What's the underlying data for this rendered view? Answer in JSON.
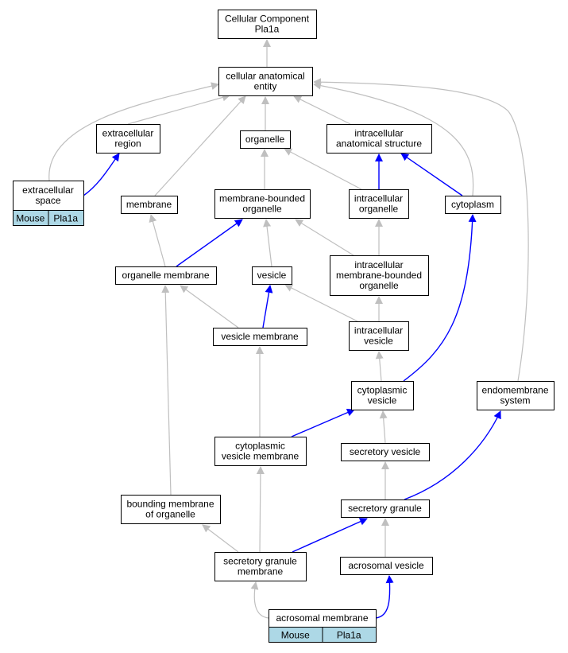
{
  "title": "Cellular Component Pla1a",
  "colors": {
    "is_a_edge": "#bfbfbf",
    "part_of_edge": "#0000ff",
    "annotation_fill": "#add8e6",
    "node_border": "#000000",
    "node_fill": "#ffffff"
  },
  "nodes": {
    "root": {
      "lines": [
        "Cellular Component",
        "Pla1a"
      ]
    },
    "cae": {
      "lines": [
        "cellular anatomical",
        "entity"
      ]
    },
    "extracellular_region": {
      "lines": [
        "extracellular",
        "region"
      ]
    },
    "organelle": {
      "lines": [
        "organelle"
      ]
    },
    "intracellular_anatomical_structure": {
      "lines": [
        "intracellular",
        "anatomical structure"
      ]
    },
    "extracellular_space": {
      "lines": [
        "extracellular",
        "space"
      ],
      "annotation": [
        "Mouse",
        "Pla1a"
      ]
    },
    "membrane": {
      "lines": [
        "membrane"
      ]
    },
    "membrane_bounded_organelle": {
      "lines": [
        "membrane-bounded",
        "organelle"
      ]
    },
    "intracellular_organelle": {
      "lines": [
        "intracellular",
        "organelle"
      ]
    },
    "cytoplasm": {
      "lines": [
        "cytoplasm"
      ]
    },
    "organelle_membrane": {
      "lines": [
        "organelle membrane"
      ]
    },
    "vesicle": {
      "lines": [
        "vesicle"
      ]
    },
    "intracellular_mbo": {
      "lines": [
        "intracellular",
        "membrane-bounded",
        "organelle"
      ]
    },
    "vesicle_membrane": {
      "lines": [
        "vesicle membrane"
      ]
    },
    "intracellular_vesicle": {
      "lines": [
        "intracellular",
        "vesicle"
      ]
    },
    "cytoplasmic_vesicle": {
      "lines": [
        "cytoplasmic",
        "vesicle"
      ]
    },
    "endomembrane_system": {
      "lines": [
        "endomembrane",
        "system"
      ]
    },
    "cytoplasmic_vesicle_membrane": {
      "lines": [
        "cytoplasmic",
        "vesicle membrane"
      ]
    },
    "secretory_vesicle": {
      "lines": [
        "secretory vesicle"
      ]
    },
    "bounding_membrane": {
      "lines": [
        "bounding membrane",
        "of organelle"
      ]
    },
    "secretory_granule": {
      "lines": [
        "secretory granule"
      ]
    },
    "secretory_granule_membrane": {
      "lines": [
        "secretory granule",
        "membrane"
      ]
    },
    "acrosomal_vesicle": {
      "lines": [
        "acrosomal vesicle"
      ]
    },
    "acrosomal_membrane": {
      "lines": [
        "acrosomal membrane"
      ],
      "annotation": [
        "Mouse",
        "Pla1a"
      ]
    }
  },
  "edges": [
    {
      "from": "cae",
      "to": "root",
      "type": "is_a"
    },
    {
      "from": "extracellular_region",
      "to": "cae",
      "type": "is_a"
    },
    {
      "from": "organelle",
      "to": "cae",
      "type": "is_a"
    },
    {
      "from": "intracellular_anatomical_structure",
      "to": "cae",
      "type": "is_a"
    },
    {
      "from": "extracellular_space",
      "to": "cae",
      "type": "is_a"
    },
    {
      "from": "extracellular_space",
      "to": "extracellular_region",
      "type": "part_of"
    },
    {
      "from": "membrane",
      "to": "cae",
      "type": "is_a"
    },
    {
      "from": "cytoplasm",
      "to": "cae",
      "type": "is_a"
    },
    {
      "from": "endomembrane_system",
      "to": "cae",
      "type": "is_a"
    },
    {
      "from": "membrane_bounded_organelle",
      "to": "organelle",
      "type": "is_a"
    },
    {
      "from": "intracellular_organelle",
      "to": "organelle",
      "type": "is_a"
    },
    {
      "from": "intracellular_organelle",
      "to": "intracellular_anatomical_structure",
      "type": "part_of"
    },
    {
      "from": "cytoplasm",
      "to": "intracellular_anatomical_structure",
      "type": "part_of"
    },
    {
      "from": "organelle_membrane",
      "to": "membrane",
      "type": "is_a"
    },
    {
      "from": "organelle_membrane",
      "to": "membrane_bounded_organelle",
      "type": "part_of"
    },
    {
      "from": "vesicle",
      "to": "membrane_bounded_organelle",
      "type": "is_a"
    },
    {
      "from": "intracellular_mbo",
      "to": "membrane_bounded_organelle",
      "type": "is_a"
    },
    {
      "from": "intracellular_mbo",
      "to": "intracellular_organelle",
      "type": "is_a"
    },
    {
      "from": "vesicle_membrane",
      "to": "organelle_membrane",
      "type": "is_a"
    },
    {
      "from": "vesicle_membrane",
      "to": "vesicle",
      "type": "part_of"
    },
    {
      "from": "intracellular_vesicle",
      "to": "vesicle",
      "type": "is_a"
    },
    {
      "from": "intracellular_vesicle",
      "to": "intracellular_mbo",
      "type": "is_a"
    },
    {
      "from": "cytoplasmic_vesicle",
      "to": "intracellular_vesicle",
      "type": "is_a"
    },
    {
      "from": "cytoplasmic_vesicle",
      "to": "cytoplasm",
      "type": "part_of"
    },
    {
      "from": "cytoplasmic_vesicle_membrane",
      "to": "vesicle_membrane",
      "type": "is_a"
    },
    {
      "from": "cytoplasmic_vesicle_membrane",
      "to": "cytoplasmic_vesicle",
      "type": "part_of"
    },
    {
      "from": "secretory_vesicle",
      "to": "cytoplasmic_vesicle",
      "type": "is_a"
    },
    {
      "from": "bounding_membrane",
      "to": "organelle_membrane",
      "type": "is_a"
    },
    {
      "from": "secretory_granule",
      "to": "secretory_vesicle",
      "type": "is_a"
    },
    {
      "from": "secretory_granule",
      "to": "endomembrane_system",
      "type": "part_of"
    },
    {
      "from": "secretory_granule_membrane",
      "to": "cytoplasmic_vesicle_membrane",
      "type": "is_a"
    },
    {
      "from": "secretory_granule_membrane",
      "to": "bounding_membrane",
      "type": "is_a"
    },
    {
      "from": "secretory_granule_membrane",
      "to": "secretory_granule",
      "type": "part_of"
    },
    {
      "from": "acrosomal_vesicle",
      "to": "secretory_granule",
      "type": "is_a"
    },
    {
      "from": "acrosomal_membrane",
      "to": "secretory_granule_membrane",
      "type": "is_a"
    },
    {
      "from": "acrosomal_membrane",
      "to": "acrosomal_vesicle",
      "type": "part_of"
    }
  ]
}
